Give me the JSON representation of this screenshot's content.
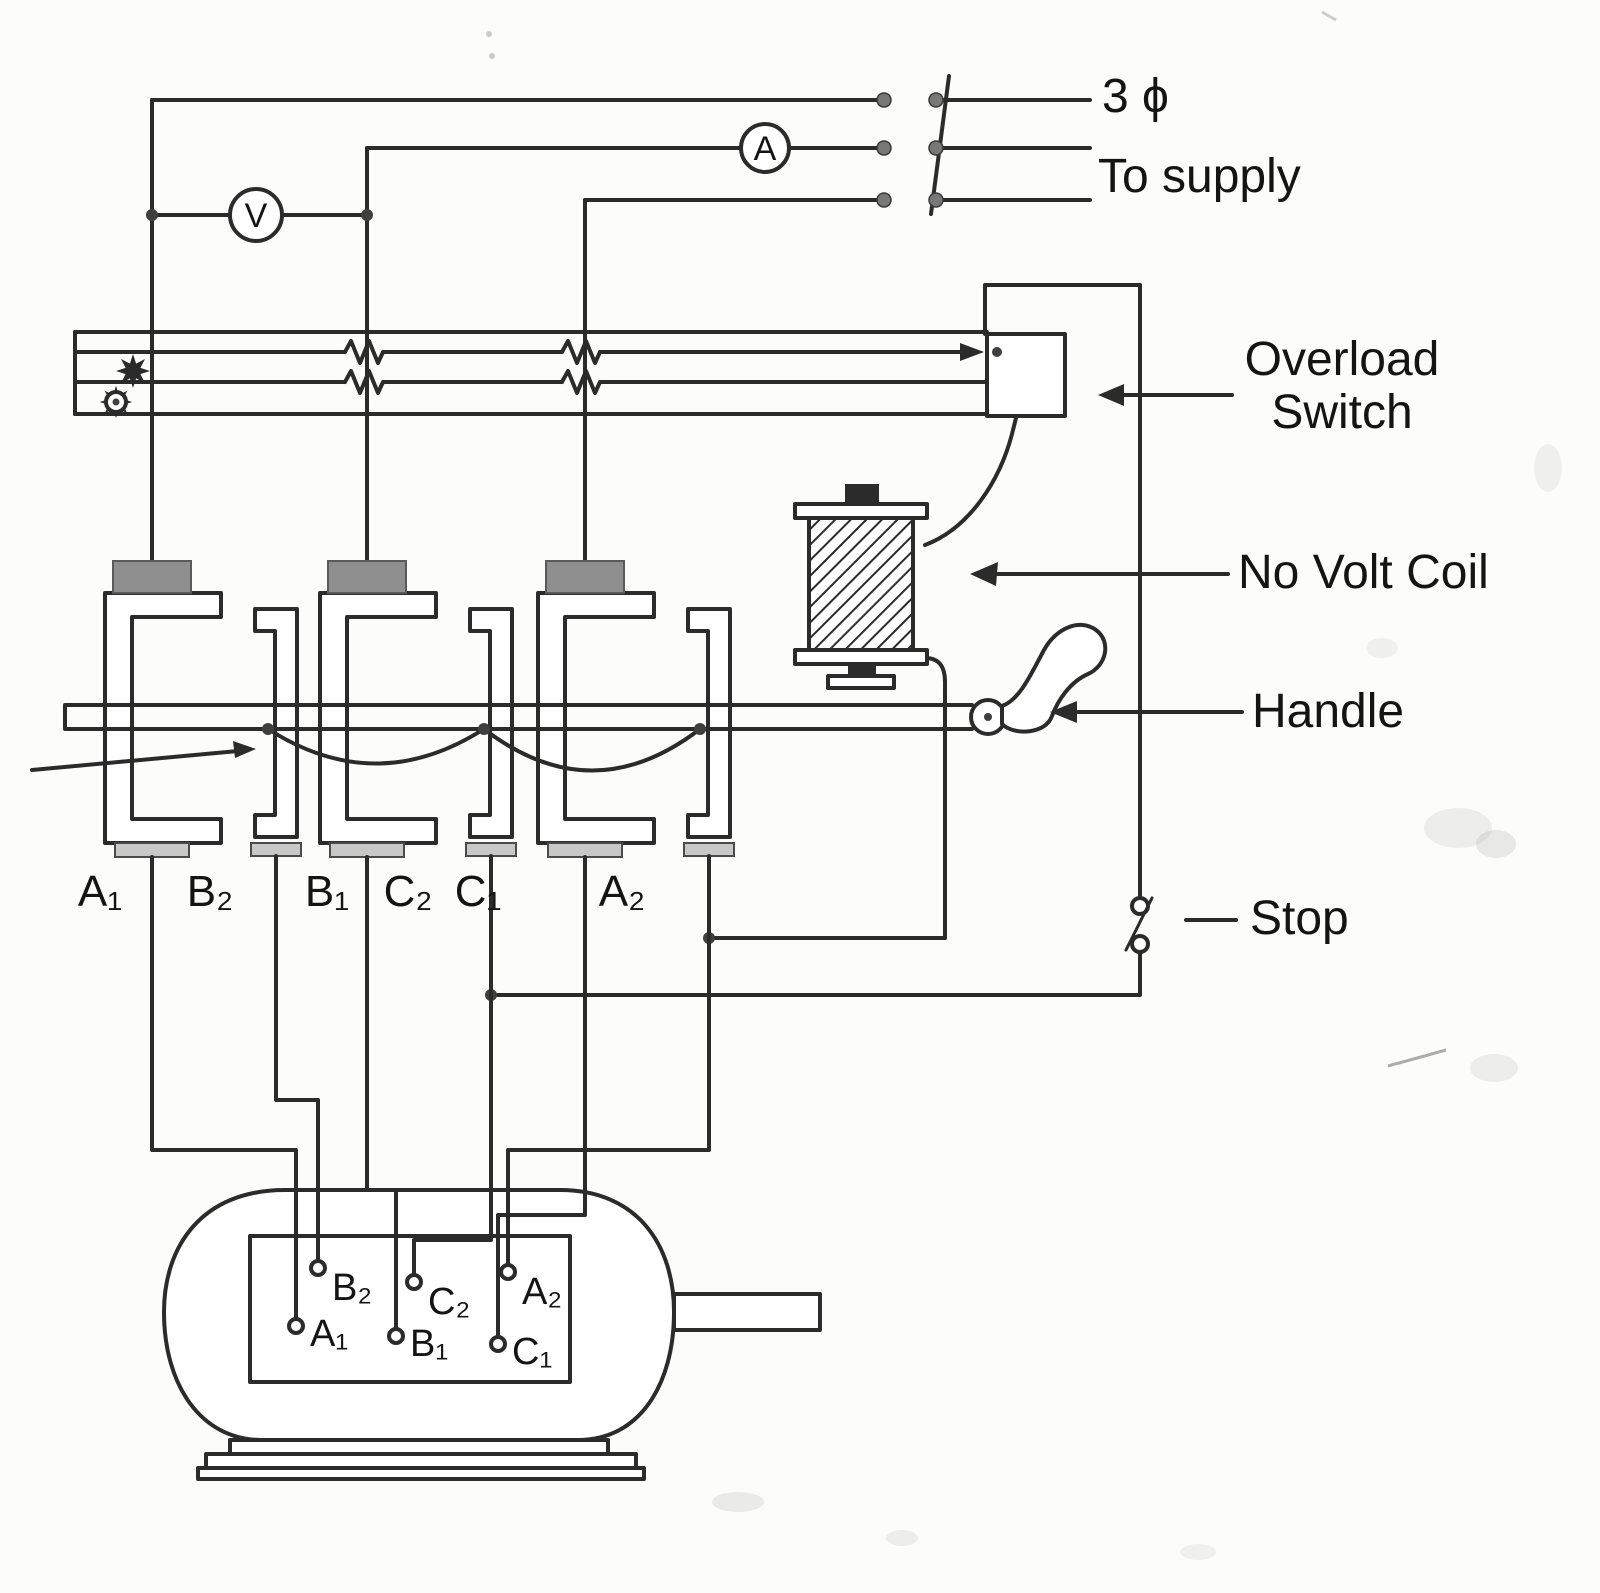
{
  "labels": {
    "phase": "3 ϕ",
    "to_supply": "To supply",
    "overload": {
      "line1": "Overload",
      "line2": "Switch"
    },
    "no_volt_coil": "No Volt Coil",
    "handle": "Handle",
    "stop": "Stop"
  },
  "meters": {
    "ammeter": "A",
    "voltmeter": "V"
  },
  "starter_terminals": [
    "A₁",
    "B₂",
    "B₁",
    "C₂",
    "C₁",
    "A₂"
  ],
  "motor_terminals": {
    "top_row": [
      "B₂",
      "C₂",
      "A₂"
    ],
    "bottom_row": [
      "A₁",
      "B₁",
      "C₁"
    ]
  },
  "colors": {
    "ink": "#2b2b2b",
    "pad_dark": "#8f8f8f",
    "pad_light": "#c8c8c8",
    "paper": "#fcfcfa"
  }
}
